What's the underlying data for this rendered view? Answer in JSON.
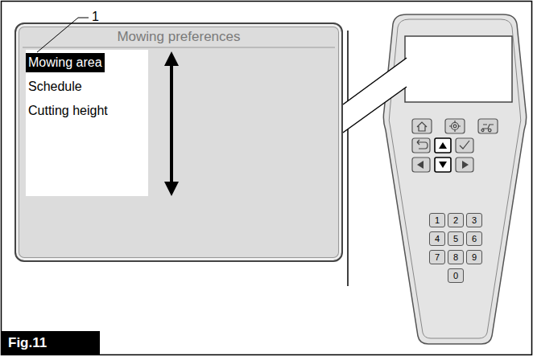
{
  "diagram": {
    "nodes": [
      {
        "text": [
          "Mowing preferences"
        ]
      },
      {
        "text": [
          "Mowing area",
          "Schedule",
          "Cutting height"
        ],
        "in": 0
      },
      {
        "text": [
          "1"
        ]
      },
      {
        "text": [
          "2"
        ]
      },
      {
        "text": [
          "3"
        ]
      },
      {
        "text": [
          "4"
        ]
      },
      {
        "text": [
          "5"
        ]
      },
      {
        "text": [
          "6"
        ]
      },
      {
        "text": [
          "7"
        ]
      },
      {
        "text": [
          "8"
        ]
      },
      {
        "text": [
          "9"
        ]
      },
      {
        "text": [
          "0"
        ]
      },
      {
        "text": [
          "Fig.11"
        ]
      }
    ],
    "labels": [
      "1"
    ]
  }
}
